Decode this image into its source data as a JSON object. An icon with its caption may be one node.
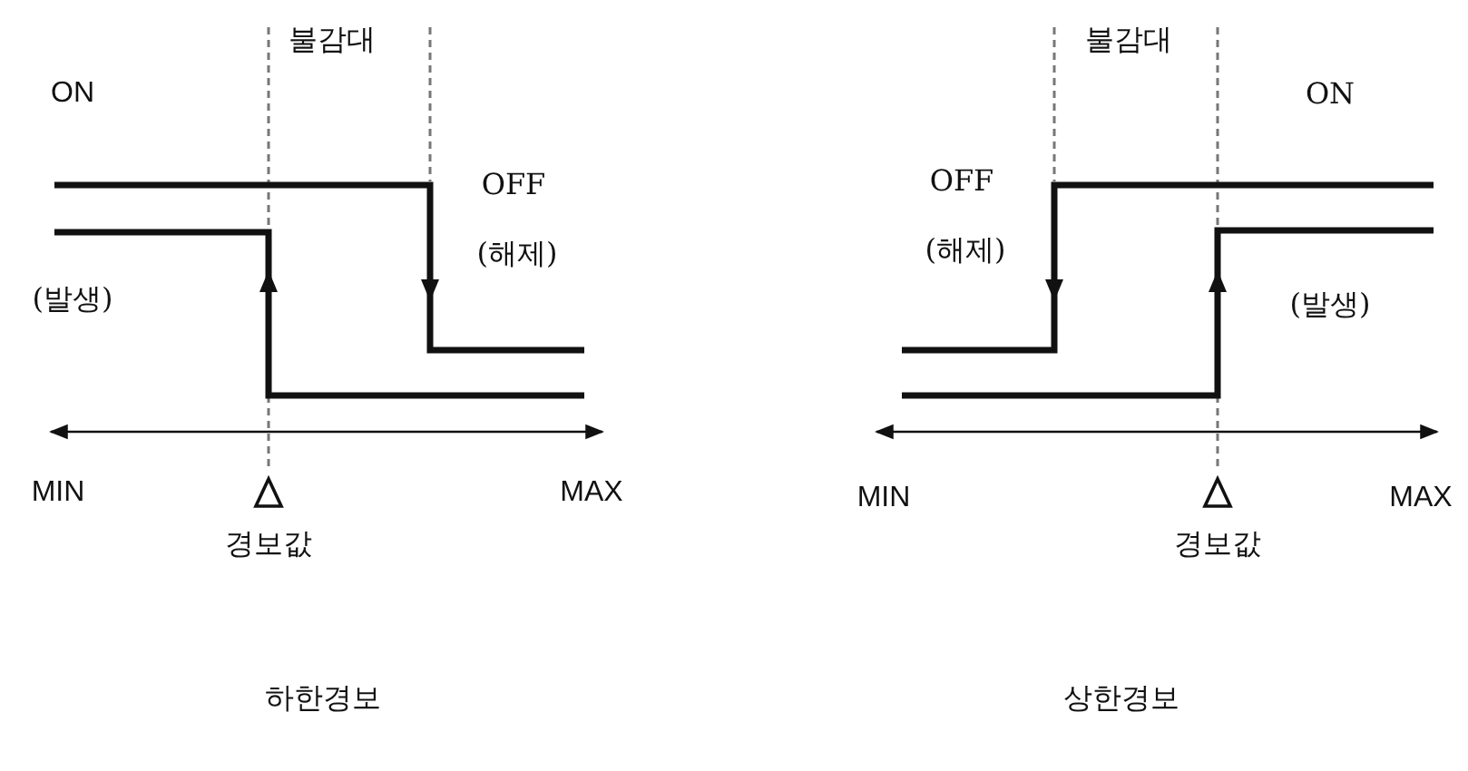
{
  "diagram": {
    "labels": [
      "불감대",
      "ON",
      "OFF",
      "(해제)",
      "(발생)",
      "MIN",
      "MAX",
      "경보값",
      "하한경보",
      "불감대",
      "ON",
      "OFF",
      "(해제)",
      "(발생)",
      "MIN",
      "MAX",
      "경보값",
      "상한경보"
    ]
  }
}
